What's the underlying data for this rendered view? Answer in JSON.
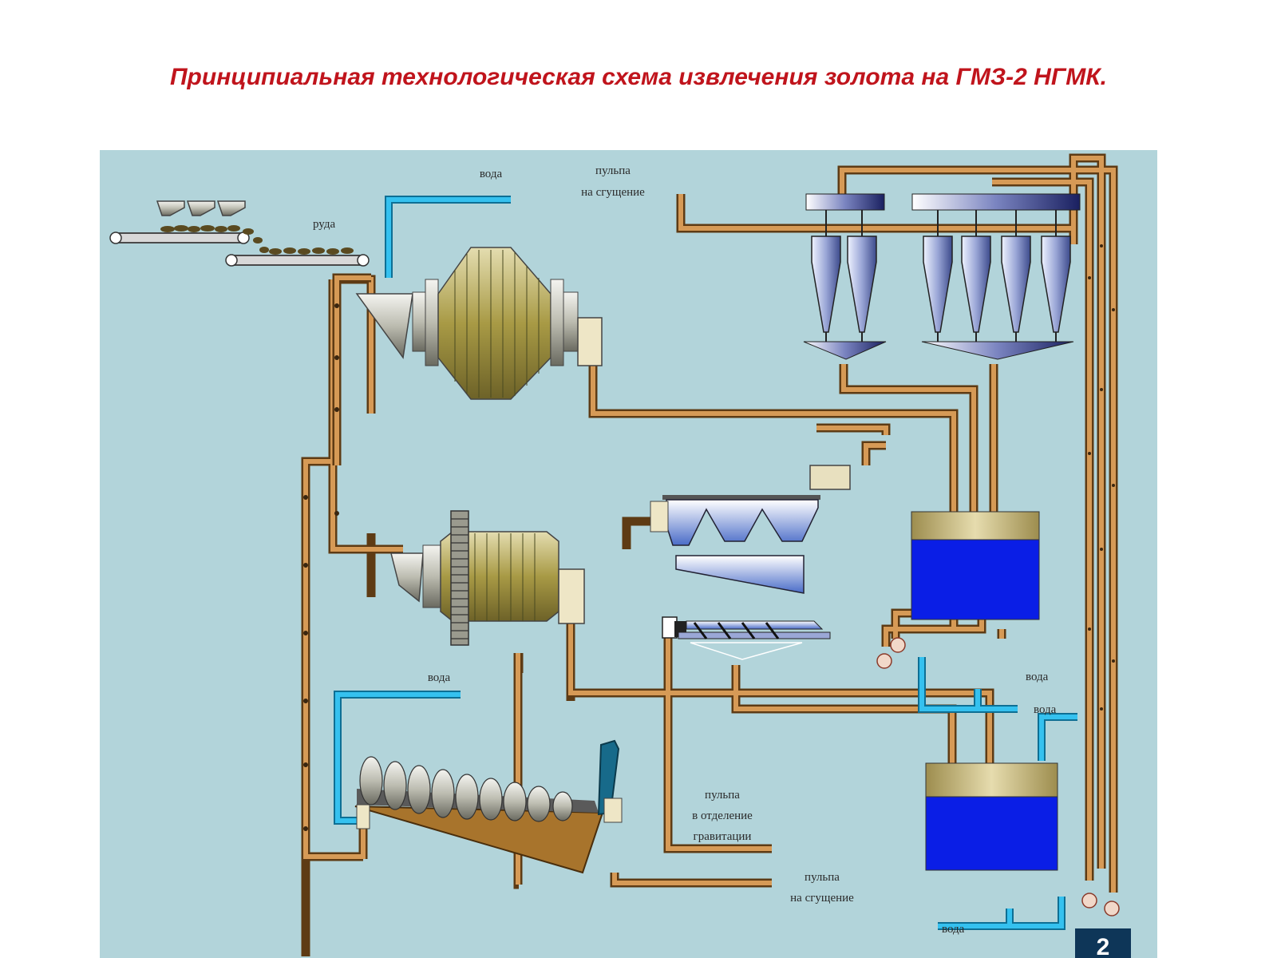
{
  "title": "Принципиальная технологическая схема извлечения золота на ГМЗ-2 НГМК.",
  "colors": {
    "title": "#c0141c",
    "background": "#b2d4da",
    "pulp_pipe": "#c98a45",
    "water_pipe": "#35c1ef",
    "tank_liquid": "#0a1ee6",
    "mill_body": "#a89a45"
  },
  "labels": {
    "water_top": "вода",
    "ore": "руда",
    "pulp_thickening_top_1": "пульпа",
    "pulp_thickening_top_2": "на сгущение",
    "water_mid_left": "вода",
    "water_right_mid": "вода",
    "water_right_upper": "вода",
    "water_bottom_right": "вода",
    "pulp_gravity_1": "пульпа",
    "pulp_gravity_2": "в отделение",
    "pulp_gravity_3": "гравитации",
    "pulp_thickening_bottom_1": "пульпа",
    "pulp_thickening_bottom_2": "на сгущение"
  },
  "corner_badge": "2"
}
